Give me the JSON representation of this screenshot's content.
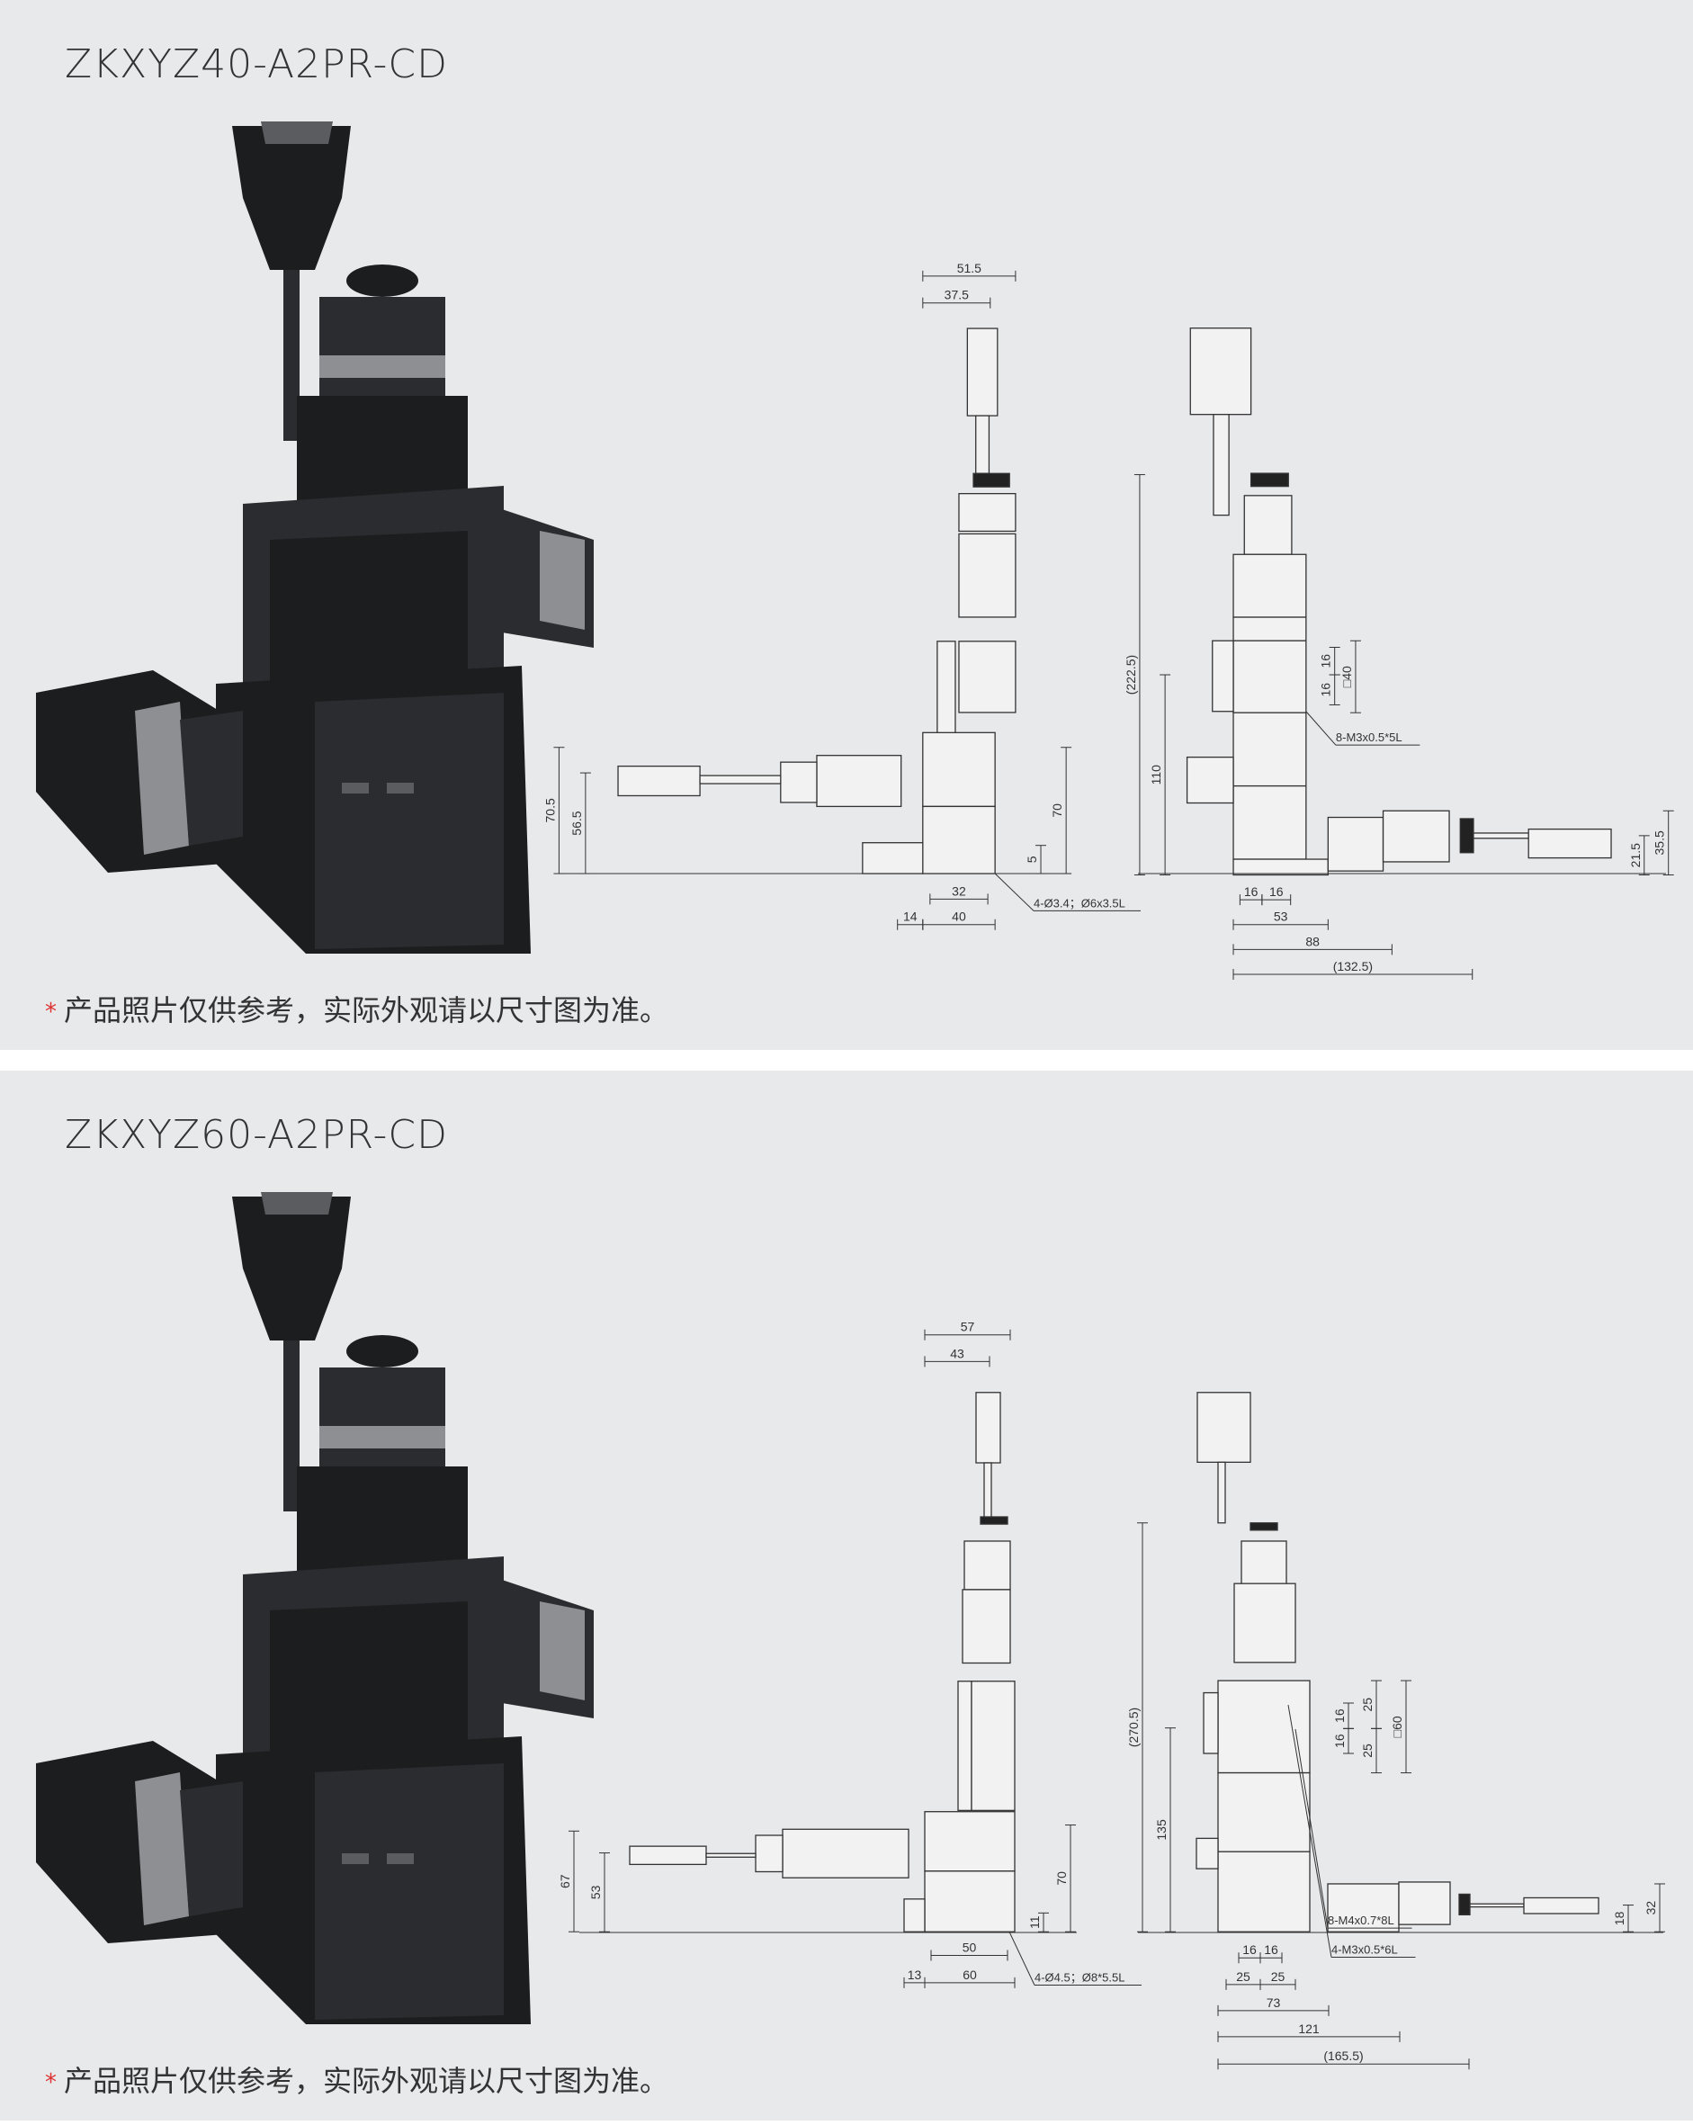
{
  "panels": [
    {
      "title": "ZKXYZ40-A2PR-CD",
      "note": "产品照片仅供参考，实际外观请以尺寸图为准。",
      "note_marker": "*",
      "side_view_dims": [
        "51.5",
        "37.5",
        "70.5",
        "56.5",
        "70",
        "5",
        "32",
        "40",
        "14",
        "4-Ø3.4；Ø6x3.5L"
      ],
      "front_view_dims": [
        "(222.5)",
        "110",
        "16",
        "16",
        "□40",
        "16",
        "16",
        "53",
        "88",
        "(132.5)",
        "21.5",
        "35.5",
        "8-M3x0.5*5L"
      ]
    },
    {
      "title": "ZKXYZ60-A2PR-CD",
      "note": "产品照片仅供参考，实际外观请以尺寸图为准。",
      "note_marker": "*",
      "side_view_dims": [
        "57",
        "43",
        "67",
        "53",
        "70",
        "11",
        "50",
        "60",
        "13",
        "4-Ø4.5；Ø8*5.5L"
      ],
      "front_view_dims": [
        "(270.5)",
        "135",
        "16",
        "16",
        "25",
        "25",
        "□60",
        "16",
        "16",
        "25",
        "25",
        "73",
        "121",
        "(165.5)",
        "18",
        "32",
        "8-M4x0.7*8L",
        "4-M3x0.5*6L"
      ]
    }
  ],
  "colors": {
    "panel_bg": "#e8e9eb",
    "accent": "#d33333",
    "text": "#333333"
  }
}
